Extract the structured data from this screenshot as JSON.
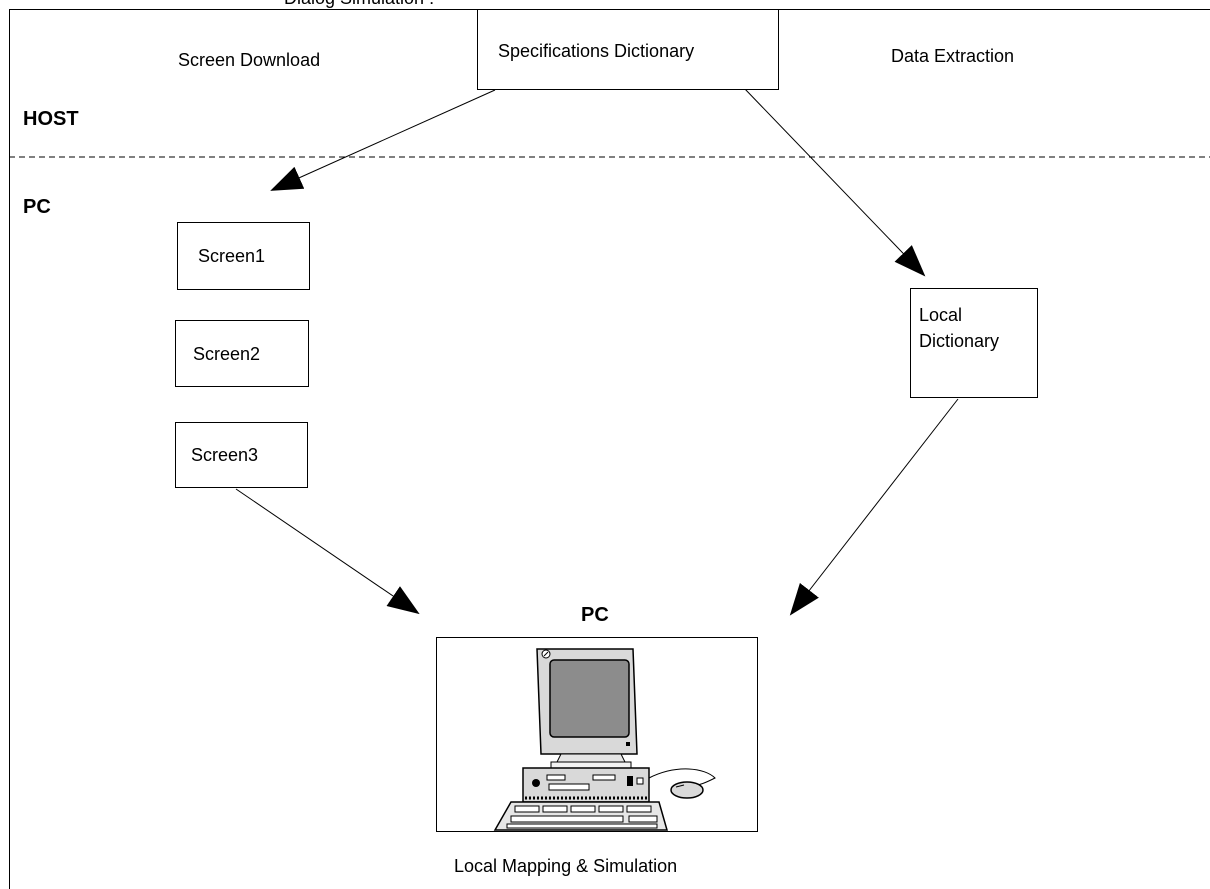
{
  "diagram": {
    "top_caption": "Dialog Simulation :",
    "labels": {
      "screen_download": "Screen Download",
      "data_extraction": "Data Extraction",
      "host_zone": "HOST",
      "pc_zone": "PC",
      "pc_title": "PC",
      "bottom_caption": "Local Mapping & Simulation"
    },
    "nodes": {
      "spec_dictionary": "Specifications Dictionary",
      "screen1": "Screen1",
      "screen2": "Screen2",
      "screen3": "Screen3",
      "local_dictionary_line1": "Local",
      "local_dictionary_line2": "Dictionary"
    },
    "edges": [
      {
        "from": "spec_dictionary",
        "to": "screen1"
      },
      {
        "from": "spec_dictionary",
        "to": "local_dictionary"
      },
      {
        "from": "screen3",
        "to": "pc"
      },
      {
        "from": "local_dictionary",
        "to": "pc"
      }
    ],
    "computer_icon": "desktop-computer-icon"
  }
}
